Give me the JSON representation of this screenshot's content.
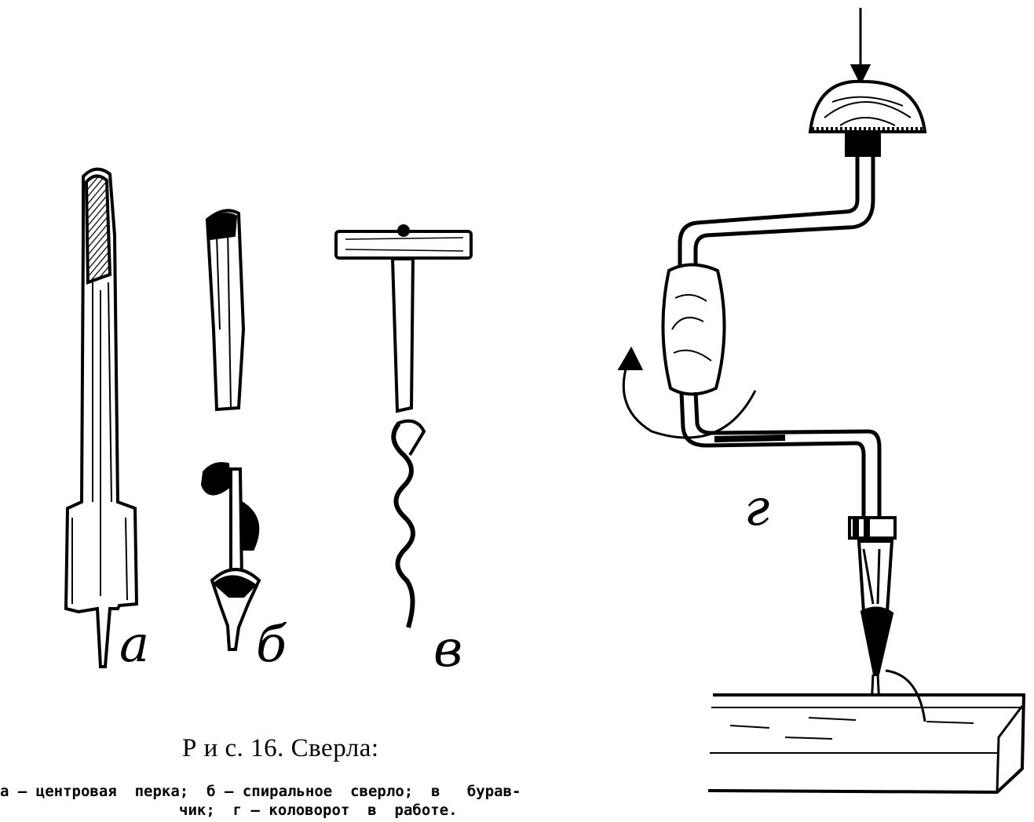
{
  "labels": {
    "a": "а",
    "b": "б",
    "v": "в",
    "g": "г"
  },
  "caption": {
    "title": "Р и с.  16. Сверла:",
    "line1": "а — центровая  перка;  б — спиральное  сверло;  в   бурав-",
    "line2": "чик;  г — коловорот  в  работе."
  }
}
